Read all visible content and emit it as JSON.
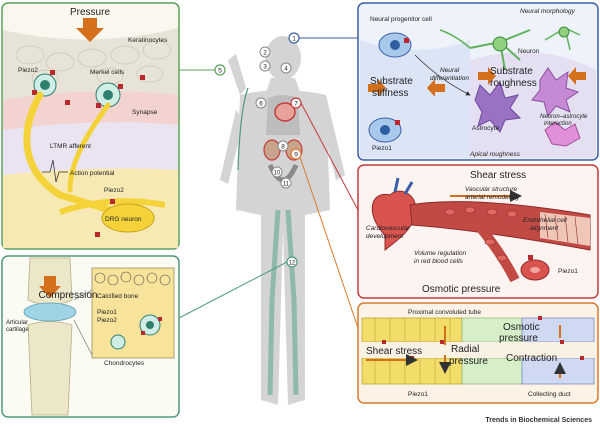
{
  "panels": {
    "skin": {
      "title": "Pressure",
      "keratinocytes": "Keratinocytes",
      "piezo2": "Piezo2",
      "merkel_cells": "Merkel cells",
      "synapse": "Synapse",
      "ltmr_afferent": "LTMR afferent",
      "action_potential": "Action potential",
      "piezo2_lower": "Piezo2",
      "drg_neuron": "DRG neuron"
    },
    "knee": {
      "compression": "Compression",
      "articular": "Articular",
      "cartilage": "cartilage",
      "calcified_bone": "Calcified bone",
      "piezo1": "Piezo1",
      "piezo2": "Piezo2",
      "chondrocytes": "Chondrocytes"
    },
    "brain": {
      "neural_progenitor_cell": "Neural progenitor cell",
      "neural_morphology": "Neural morphology",
      "substrate": "Substrate",
      "stiffness": "stiffness",
      "neural": "Neural",
      "differentiation": "differentiation",
      "roughness_substrate": "Substrate",
      "roughness": "roughness",
      "neuron": "Neuron",
      "astrocyte": "Astrocyte",
      "neuron_astrocyte_1": "Neuron–astrocyte",
      "neuron_astrocyte_2": "interaction",
      "piezo1": "Piezo1",
      "apical_roughness": "Apical roughness"
    },
    "vascular": {
      "shear_stress": "Shear stress",
      "vascular_1": "Vascular structure",
      "vascular_2": "arterial remodeling",
      "cardio_1": "Cardiovascular",
      "cardio_2": "development",
      "endothelial_1": "Endothelial cell",
      "endothelial_2": "alignment",
      "volume_1": "Volume regulation",
      "volume_2": "in red blood cells",
      "piezo1": "Piezo1",
      "osmotic_pressure": "Osmotic pressure"
    },
    "kidney": {
      "proximal_tube": "Proximal convoluted tube",
      "shear_stress": "Shear stress",
      "radial_1": "Radial",
      "radial_2": "pressure",
      "osmotic_1": "Osmotic",
      "osmotic_2": "pressure",
      "contraction": "Contraction",
      "collecting_duct": "Collecting duct",
      "piezo1": "Piezo1"
    }
  },
  "body_markers": [
    "1",
    "2",
    "3",
    "4",
    "5",
    "6",
    "7",
    "8",
    "9",
    "10",
    "11",
    "12"
  ],
  "footer": "Trends in Biochemical Sciences",
  "colors": {
    "skin_border": "#5aa05a",
    "knee_border": "#4f9a7c",
    "brain_border": "#3b5ea8",
    "vascular_border": "#c43b3b",
    "kidney_border": "#d77a2e",
    "arrow_orange": "#d46f1c",
    "piezo_red": "#b8282d",
    "neuron_yellow": "#f4d33a"
  }
}
